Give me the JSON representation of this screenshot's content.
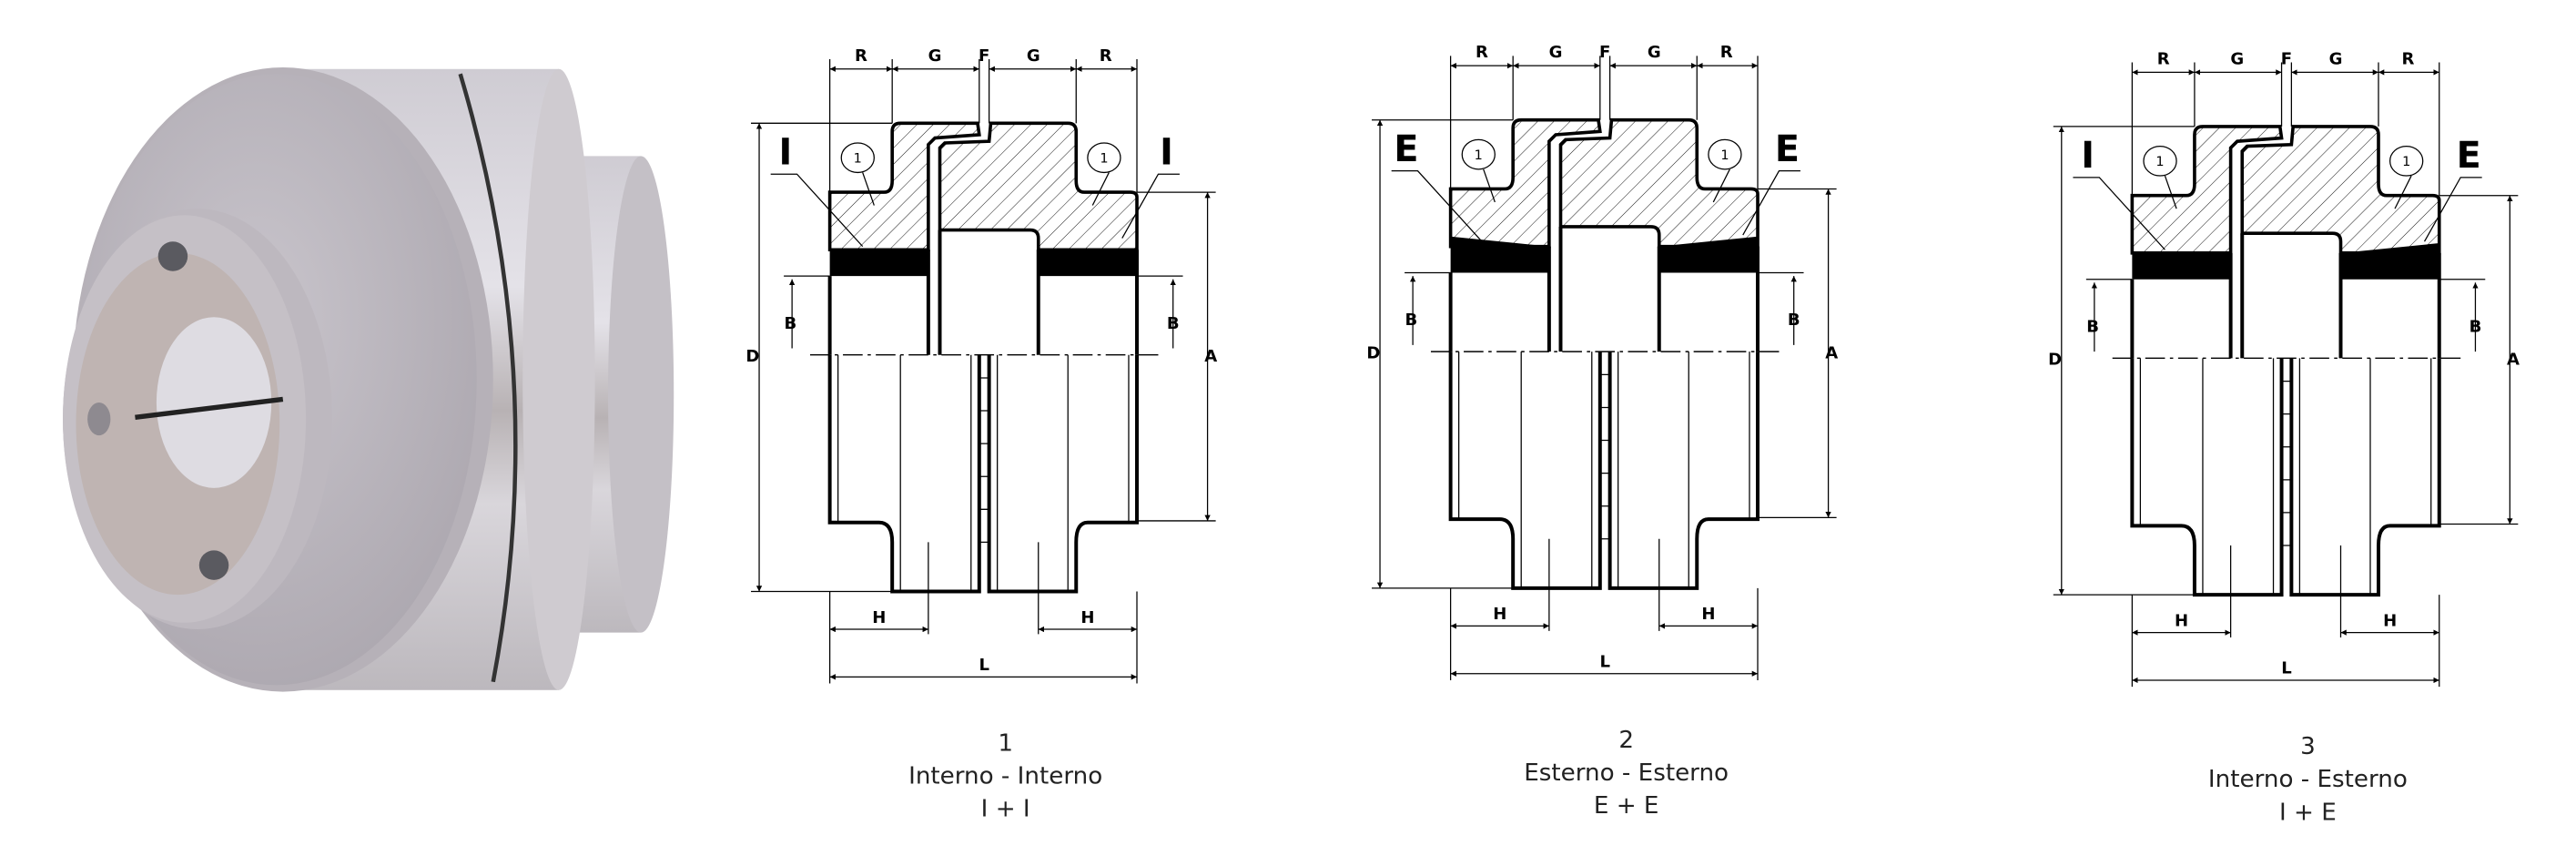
{
  "photo": {
    "alt_subject": "coupling-render"
  },
  "dimensions": {
    "R": "R",
    "G": "G",
    "F": "F",
    "D": "D",
    "A": "A",
    "B": "B",
    "H": "H",
    "L": "L",
    "callout": "1"
  },
  "diagrams": [
    {
      "number": "1",
      "title": "Interno - Interno",
      "formula": "I + I",
      "left_label": "I",
      "right_label": "I",
      "left_type": "internal",
      "right_type": "internal"
    },
    {
      "number": "2",
      "title": "Esterno - Esterno",
      "formula": "E + E",
      "left_label": "E",
      "right_label": "E",
      "left_type": "external",
      "right_type": "external"
    },
    {
      "number": "3",
      "title": "Interno - Esterno",
      "formula": "I + E",
      "left_label": "I",
      "right_label": "E",
      "left_type": "internal",
      "right_type": "external"
    }
  ]
}
